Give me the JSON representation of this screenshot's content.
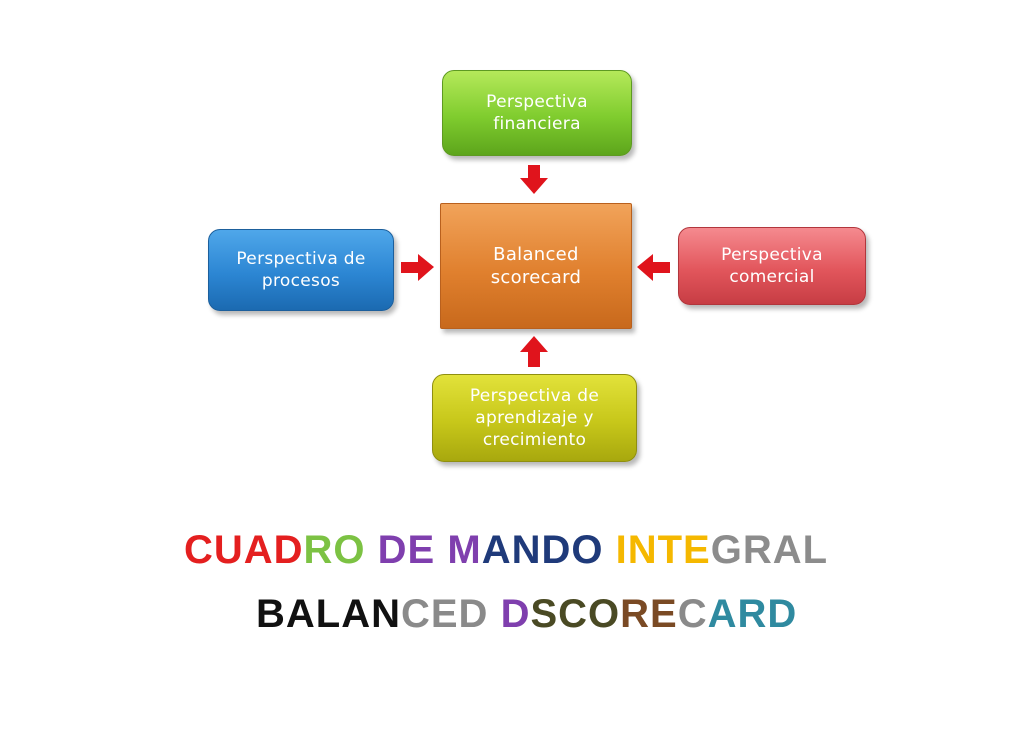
{
  "diagram": {
    "top": {
      "label": "Perspectiva\nfinanciera"
    },
    "center": {
      "label": "Balanced\nscorecard"
    },
    "left": {
      "label": "Perspectiva de\nprocesos"
    },
    "right": {
      "label": "Perspectiva\ncomercial"
    },
    "bottom": {
      "label": "Perspectiva de\naprendizaje y\ncrecimiento"
    },
    "arrow_color": "#e0141c"
  },
  "title_line_1": [
    {
      "text": "CUAD",
      "color": "#e41f1f"
    },
    {
      "text": "RO",
      "color": "#7cc243"
    },
    {
      "text": " ",
      "color": "#000000"
    },
    {
      "text": "DE",
      "color": "#7f3fae"
    },
    {
      "text": " ",
      "color": "#000000"
    },
    {
      "text": "M",
      "color": "#7f3fae"
    },
    {
      "text": "ANDO",
      "color": "#1f3a7a"
    },
    {
      "text": " ",
      "color": "#000000"
    },
    {
      "text": "INTE",
      "color": "#f5b800"
    },
    {
      "text": "GRAL",
      "color": "#8c8c8c"
    }
  ],
  "title_line_2": [
    {
      "text": "BALAN",
      "color": "#111111"
    },
    {
      "text": "CED",
      "color": "#8a8a8a"
    },
    {
      "text": " ",
      "color": "#000000"
    },
    {
      "text": "D",
      "color": "#7f3fae"
    },
    {
      "text": "SCO",
      "color": "#4a4a24"
    },
    {
      "text": "RE",
      "color": "#7a4a24"
    },
    {
      "text": "C",
      "color": "#8a8a8a"
    },
    {
      "text": "ARD",
      "color": "#2f8aa0"
    }
  ]
}
